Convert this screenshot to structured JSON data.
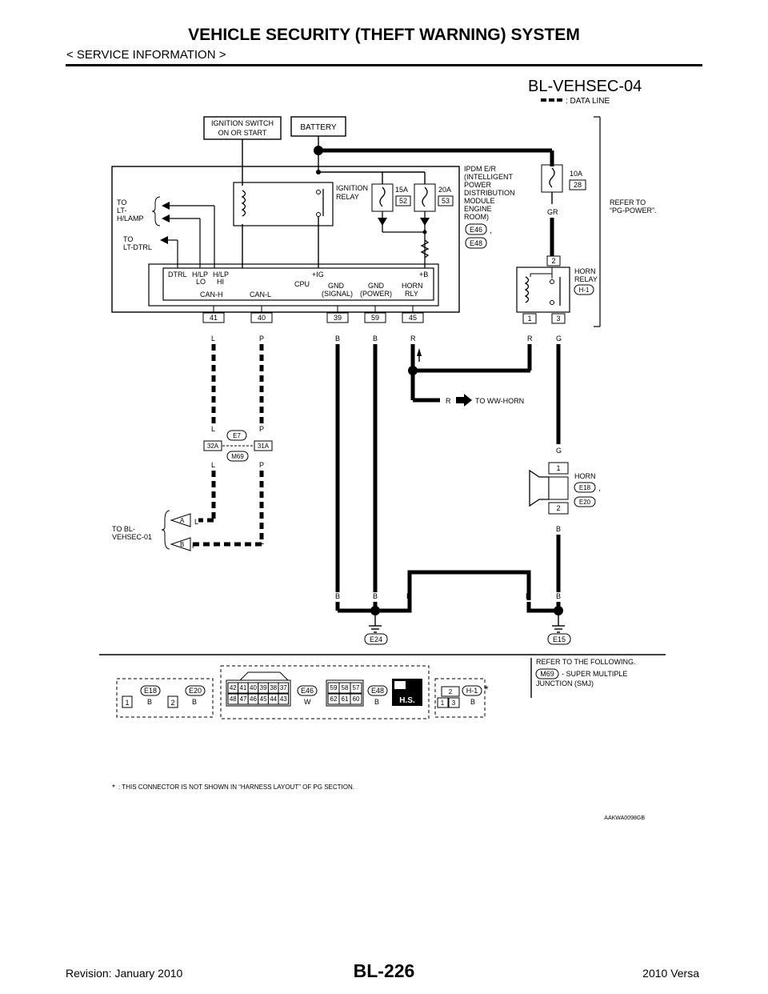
{
  "header": {
    "title": "VEHICLE SECURITY (THEFT WARNING) SYSTEM",
    "subtitle": "< SERVICE INFORMATION >"
  },
  "diagram": {
    "id": "BL-VEHSEC-04",
    "legend_data_line": ": DATA LINE",
    "ignition_switch": [
      "IGNITION SWITCH",
      "ON OR START"
    ],
    "battery": "BATTERY",
    "ignition_relay": [
      "IGNITION",
      "RELAY"
    ],
    "fuse_15a": "15A",
    "fuse_15a_num": "52",
    "fuse_20a": "20A",
    "fuse_20a_num": "53",
    "fuse_10a": "10A",
    "fuse_10a_num": "28",
    "ipdm_label": [
      "IPDM E/R",
      "(INTELLIGENT",
      "POWER",
      "DISTRIBUTION",
      "MODULE",
      "ENGINE",
      "ROOM)"
    ],
    "ipdm_conn_1": "E46",
    "ipdm_conn_2": "E48",
    "refer_pg_power": [
      "REFER TO",
      "“PG-POWER”."
    ],
    "to_lt_hlamp": [
      "TO",
      "LT-",
      "H/LAMP"
    ],
    "to_lt_dtrl": [
      "TO",
      "LT-DTRL"
    ],
    "cpu_labels": {
      "dtrl": "DTRL",
      "hlp_lo": [
        "H/LP",
        "LO"
      ],
      "hlp_hi": [
        "H/LP",
        "HI"
      ],
      "ig": "+IG",
      "b": "+B",
      "cpu": "CPU",
      "can_h": "CAN-H",
      "can_l": "CAN-L",
      "gnd_signal": [
        "GND",
        "(SIGNAL)"
      ],
      "gnd_power": [
        "GND",
        "(POWER)"
      ],
      "horn_rly": [
        "HORN",
        "RLY"
      ]
    },
    "pins": [
      "41",
      "40",
      "39",
      "59",
      "45"
    ],
    "wire_colors": {
      "l": "L",
      "p": "P",
      "b": "B",
      "r": "R",
      "g": "G",
      "gr": "GR"
    },
    "horn_relay": [
      "HORN",
      "RELAY"
    ],
    "horn_relay_conn": "H-1",
    "horn_relay_pins": [
      "2",
      "1",
      "3"
    ],
    "to_ww_horn": "TO WW-HORN",
    "e7": "E7",
    "m69": "M69",
    "pin_32a": "32A",
    "pin_31a": "31A",
    "horn": "HORN",
    "horn_conn_1": "E18",
    "horn_conn_2": "E20",
    "horn_pins": [
      "1",
      "2"
    ],
    "to_bl_vehsec": [
      "TO BL-",
      "VEHSEC-01"
    ],
    "arrow_a": "A",
    "arrow_b": "B",
    "ground_1": "E24",
    "ground_2": "E15",
    "refer_following": "REFER TO THE FOLLOWING.",
    "smj_conn": "M69",
    "smj_text": [
      "- SUPER MULTIPLE",
      "JUNCTION (SMJ)"
    ],
    "connectors": {
      "e18": "E18",
      "e18_color": "B",
      "e18_pin": "1",
      "e20": "E20",
      "e20_color": "B",
      "e20_pin": "2",
      "e46": "E46",
      "e46_color": "W",
      "e46_top": [
        "42",
        "41",
        "40",
        "39",
        "38",
        "37"
      ],
      "e46_bot": [
        "48",
        "47",
        "46",
        "45",
        "44",
        "43"
      ],
      "e48": "E48",
      "e48_color": "B",
      "e48_top": [
        "59",
        "58",
        "57"
      ],
      "e48_bot": [
        "62",
        "61",
        "60"
      ],
      "hs": "H.S.",
      "h1": "H-1",
      "h1_color": "B",
      "h1_top": "2",
      "h1_bot": [
        "1",
        "3"
      ]
    },
    "footnote": ": THIS CONNECTOR IS NOT SHOWN IN “HARNESS LAYOUT” OF PG SECTION.",
    "code": "AAKWA0098GB"
  },
  "footer": {
    "revision": "Revision: January 2010",
    "page": "BL-226",
    "model": "2010 Versa"
  }
}
